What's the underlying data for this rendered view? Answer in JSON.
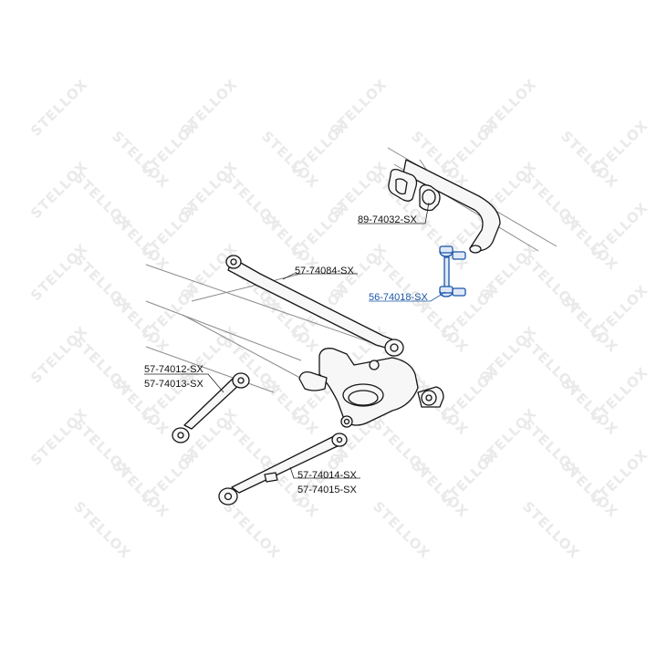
{
  "watermark": {
    "text": "STELLOX",
    "brand_color": "#eaeaea"
  },
  "parts": [
    {
      "id": "stabilizer-bushing",
      "label": "89-74032-SX",
      "highlighted": false
    },
    {
      "id": "upper-link",
      "label": "57-74084-SX",
      "highlighted": false
    },
    {
      "id": "stabilizer-link",
      "label": "56-74018-SX",
      "highlighted": true
    },
    {
      "id": "trailing-arm-short",
      "label_1": "57-74012-SX",
      "label_2": "57-74013-SX",
      "highlighted": false
    },
    {
      "id": "lower-arm-long",
      "label_1": "57-74014-SX",
      "label_2": "57-74015-SX",
      "highlighted": false
    }
  ],
  "colors": {
    "highlight": "#1b56a8",
    "outline": "#151515",
    "chassis": "#8a8a8a"
  }
}
